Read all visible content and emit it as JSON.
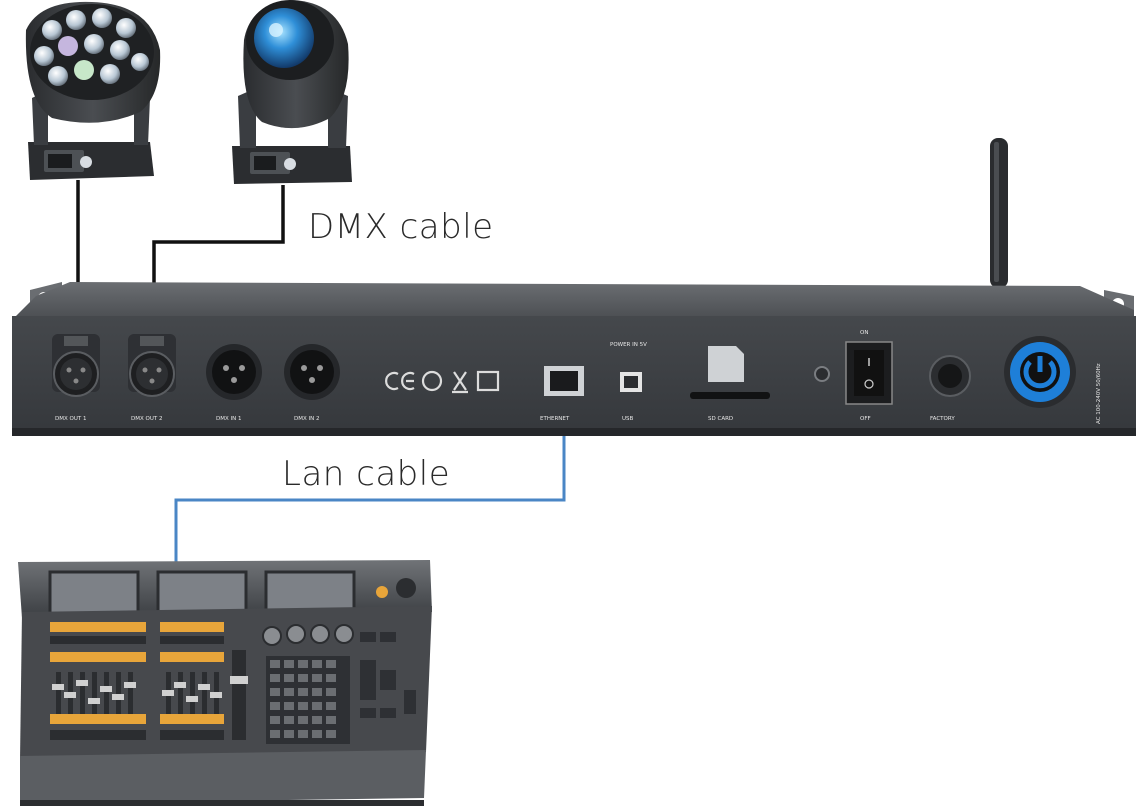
{
  "labels": {
    "dmx_cable": "DMX cable",
    "lan_cable": "Lan cable"
  },
  "colors": {
    "dmx_line": "#111111",
    "lan_line": "#4a86c5",
    "panel": "#3d4044",
    "panel_edge": "#25272a",
    "accent_blue": "#1e7fd8",
    "fader_yellow": "#e8a53a"
  },
  "devices": {
    "moving_heads": [
      "moving-head-wash",
      "moving-head-spot"
    ],
    "node": "dmx-lan-node",
    "console": "lighting-console"
  },
  "ports": {
    "dmx_outputs": [
      "DMX OUT 1",
      "DMX OUT 2"
    ],
    "dmx_inputs": [
      "DMX IN 1",
      "DMX IN 2"
    ],
    "ethernet": "ETHERNET",
    "usb": "USB",
    "usb_power": "POWER IN 5V",
    "sd_card": "SD CARD",
    "switch_on": "ON",
    "switch_off": "OFF",
    "fuse": "FACTORY",
    "side_text": "AC 100-240V 50/60Hz"
  }
}
